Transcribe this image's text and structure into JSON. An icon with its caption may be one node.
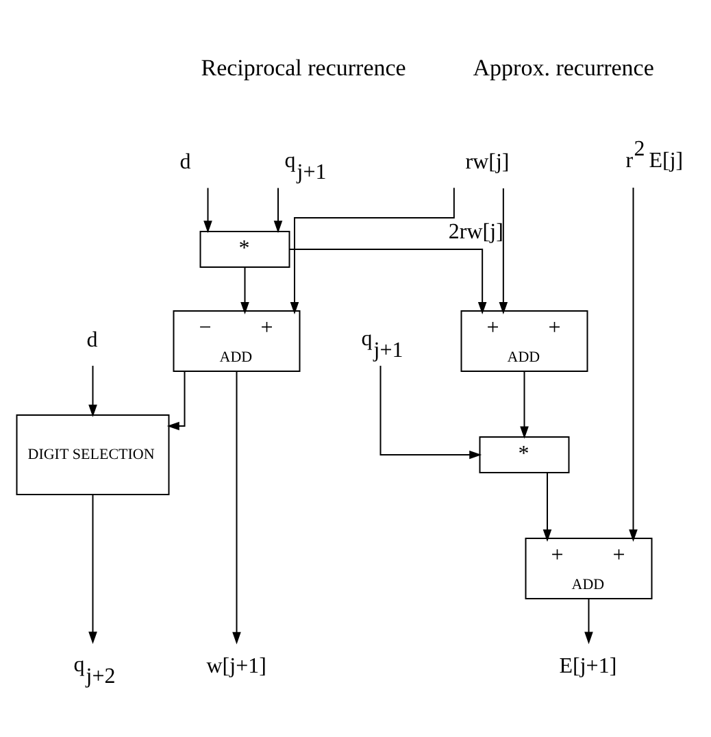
{
  "diagram": {
    "nodes": [
      {
        "text": [
          "q$_{j+1}$"
        ]
      },
      {
        "text": [
          "d"
        ]
      },
      {
        "text": [
          "rw[j]"
        ]
      },
      {
        "text": [
          "r$^{2}$ E[j]"
        ]
      },
      {
        "text": [
          "*"
        ]
      },
      {
        "text": [
          "−",
          "+",
          "ADD"
        ]
      },
      {
        "text": [
          "+",
          "+",
          "ADD"
        ]
      },
      {
        "text": [
          "d"
        ]
      },
      {
        "text": [
          "q$_{j+1}$"
        ]
      },
      {
        "text": [
          "*"
        ]
      },
      {
        "text": [
          "DIGIT SELECTION"
        ]
      },
      {
        "text": [
          "+",
          "+",
          "ADD"
        ]
      },
      {
        "text": [
          "q$_{j+2}$"
        ]
      },
      {
        "text": [
          "w[j+1]"
        ]
      },
      {
        "text": [
          "E[j+1]"
        ]
      }
    ],
    "edges": [
      {
        "from": 0,
        "to": 4,
        "arrow": "to"
      },
      {
        "from": 1,
        "to": 4,
        "arrow": "to"
      },
      {
        "from": 4,
        "to": 5,
        "arrow": "to"
      },
      {
        "from": 2,
        "to": 5,
        "arrow": "to"
      },
      {
        "from": 4,
        "to": 6,
        "arrow": "to"
      },
      {
        "from": 2,
        "to": 6,
        "label": "2rw[j]",
        "arrow": "to"
      },
      {
        "from": 7,
        "to": 10,
        "arrow": "to"
      },
      {
        "from": 5,
        "to": 10,
        "arrow": "to"
      },
      {
        "from": 5,
        "to": 13,
        "arrow": "to"
      },
      {
        "from": 6,
        "to": 9,
        "arrow": "to"
      },
      {
        "from": 8,
        "to": 9,
        "arrow": "to"
      },
      {
        "from": 9,
        "to": 11,
        "arrow": "to"
      },
      {
        "from": 3,
        "to": 11,
        "arrow": "to"
      },
      {
        "from": 10,
        "to": 12,
        "arrow": "to"
      },
      {
        "from": 11,
        "to": 14,
        "arrow": "to"
      }
    ],
    "labels": [
      "Reciprocal recurrence",
      "Approx. recurrence"
    ]
  }
}
